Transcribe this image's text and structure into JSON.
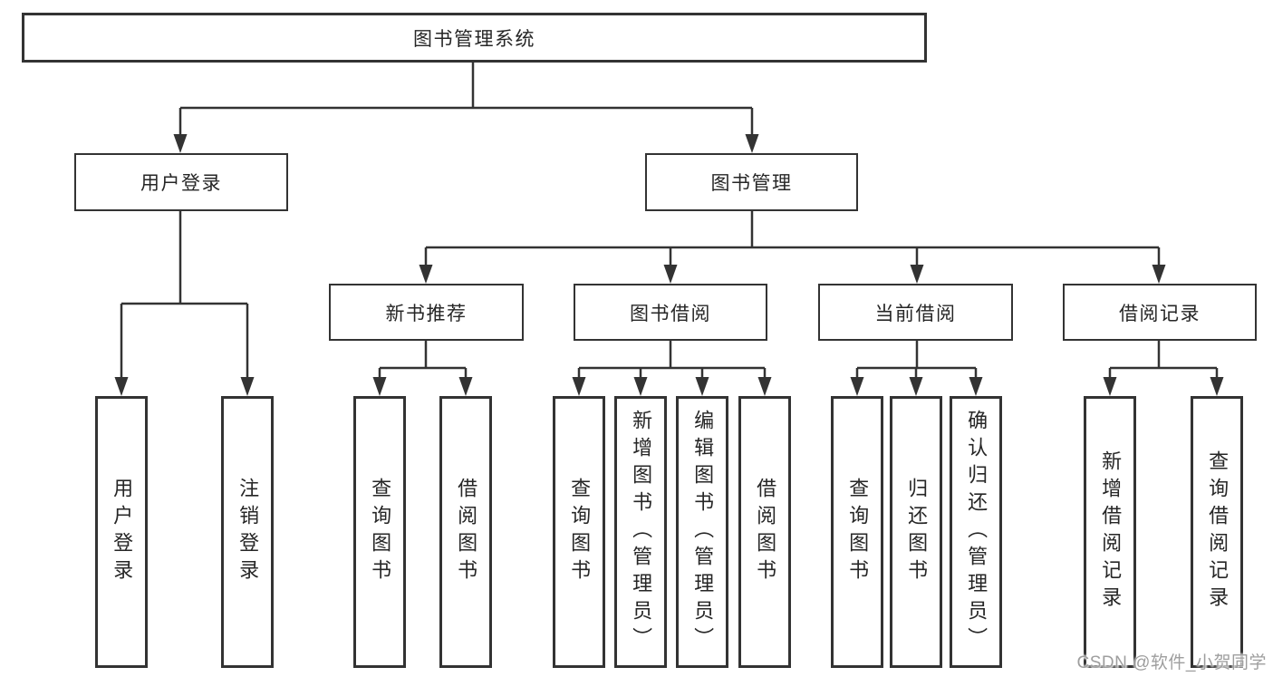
{
  "nodes": {
    "root": {
      "label": "图书管理系统"
    },
    "level2": [
      {
        "label": "用户登录"
      },
      {
        "label": "图书管理"
      }
    ],
    "level3": [
      {
        "label": "新书推荐"
      },
      {
        "label": "图书借阅"
      },
      {
        "label": "当前借阅"
      },
      {
        "label": "借阅记录"
      }
    ],
    "leaves": [
      {
        "label": "用户登录"
      },
      {
        "label": "注销登录"
      },
      {
        "label": "查询图书"
      },
      {
        "label": "借阅图书"
      },
      {
        "label": "查询图书"
      },
      {
        "label": "新增图书（管理员）"
      },
      {
        "label": "编辑图书（管理员）"
      },
      {
        "label": "借阅图书"
      },
      {
        "label": "查询图书"
      },
      {
        "label": "归还图书"
      },
      {
        "label": "确认归还（管理员）"
      },
      {
        "label": "新增借阅记录"
      },
      {
        "label": "查询借阅记录"
      }
    ]
  },
  "watermark": {
    "text": "CSDN @软件_小贺同学"
  },
  "colors": {
    "line": "#333333",
    "text": "#262626",
    "background": "#ffffff",
    "watermark": "#9e9e9e"
  }
}
